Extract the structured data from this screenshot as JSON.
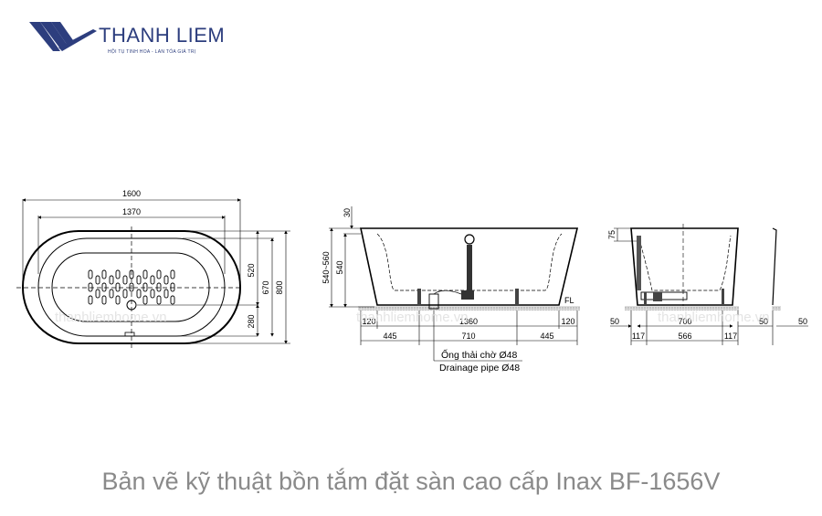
{
  "logo": {
    "brand": "THANH LIEM",
    "tagline": "HỘI TỤ TINH HOA - LAN TỎA GIÁ TRỊ",
    "color": "#2d3e7e"
  },
  "watermark": "thanhliemhome.vn",
  "top_view": {
    "overall_length": "1600",
    "inner_length": "1370",
    "drain_offset": "520",
    "inner_width": "670",
    "overall_width": "800",
    "drain_to_edge": "280"
  },
  "front_view": {
    "rim": "30",
    "height_range": "540~560",
    "height": "540",
    "floor_label": "FL",
    "foot_inset_left": "120",
    "foot_span": "1360",
    "foot_inset_right": "120",
    "leg_left": "445",
    "leg_mid": "710",
    "leg_right": "445",
    "drain_note_vi": "Ống thải chờ  Ø48",
    "drain_note_en": "Drainage pipe Ø48"
  },
  "side_view": {
    "rim": "75",
    "left_clear": "50",
    "inner_width": "700",
    "right_clear": "50",
    "far_clear": "50",
    "foot_left": "117",
    "foot_span": "566",
    "foot_right": "117"
  },
  "caption": "Bản vẽ kỹ thuật bồn tắm đặt sàn cao cấp Inax BF-1656V"
}
